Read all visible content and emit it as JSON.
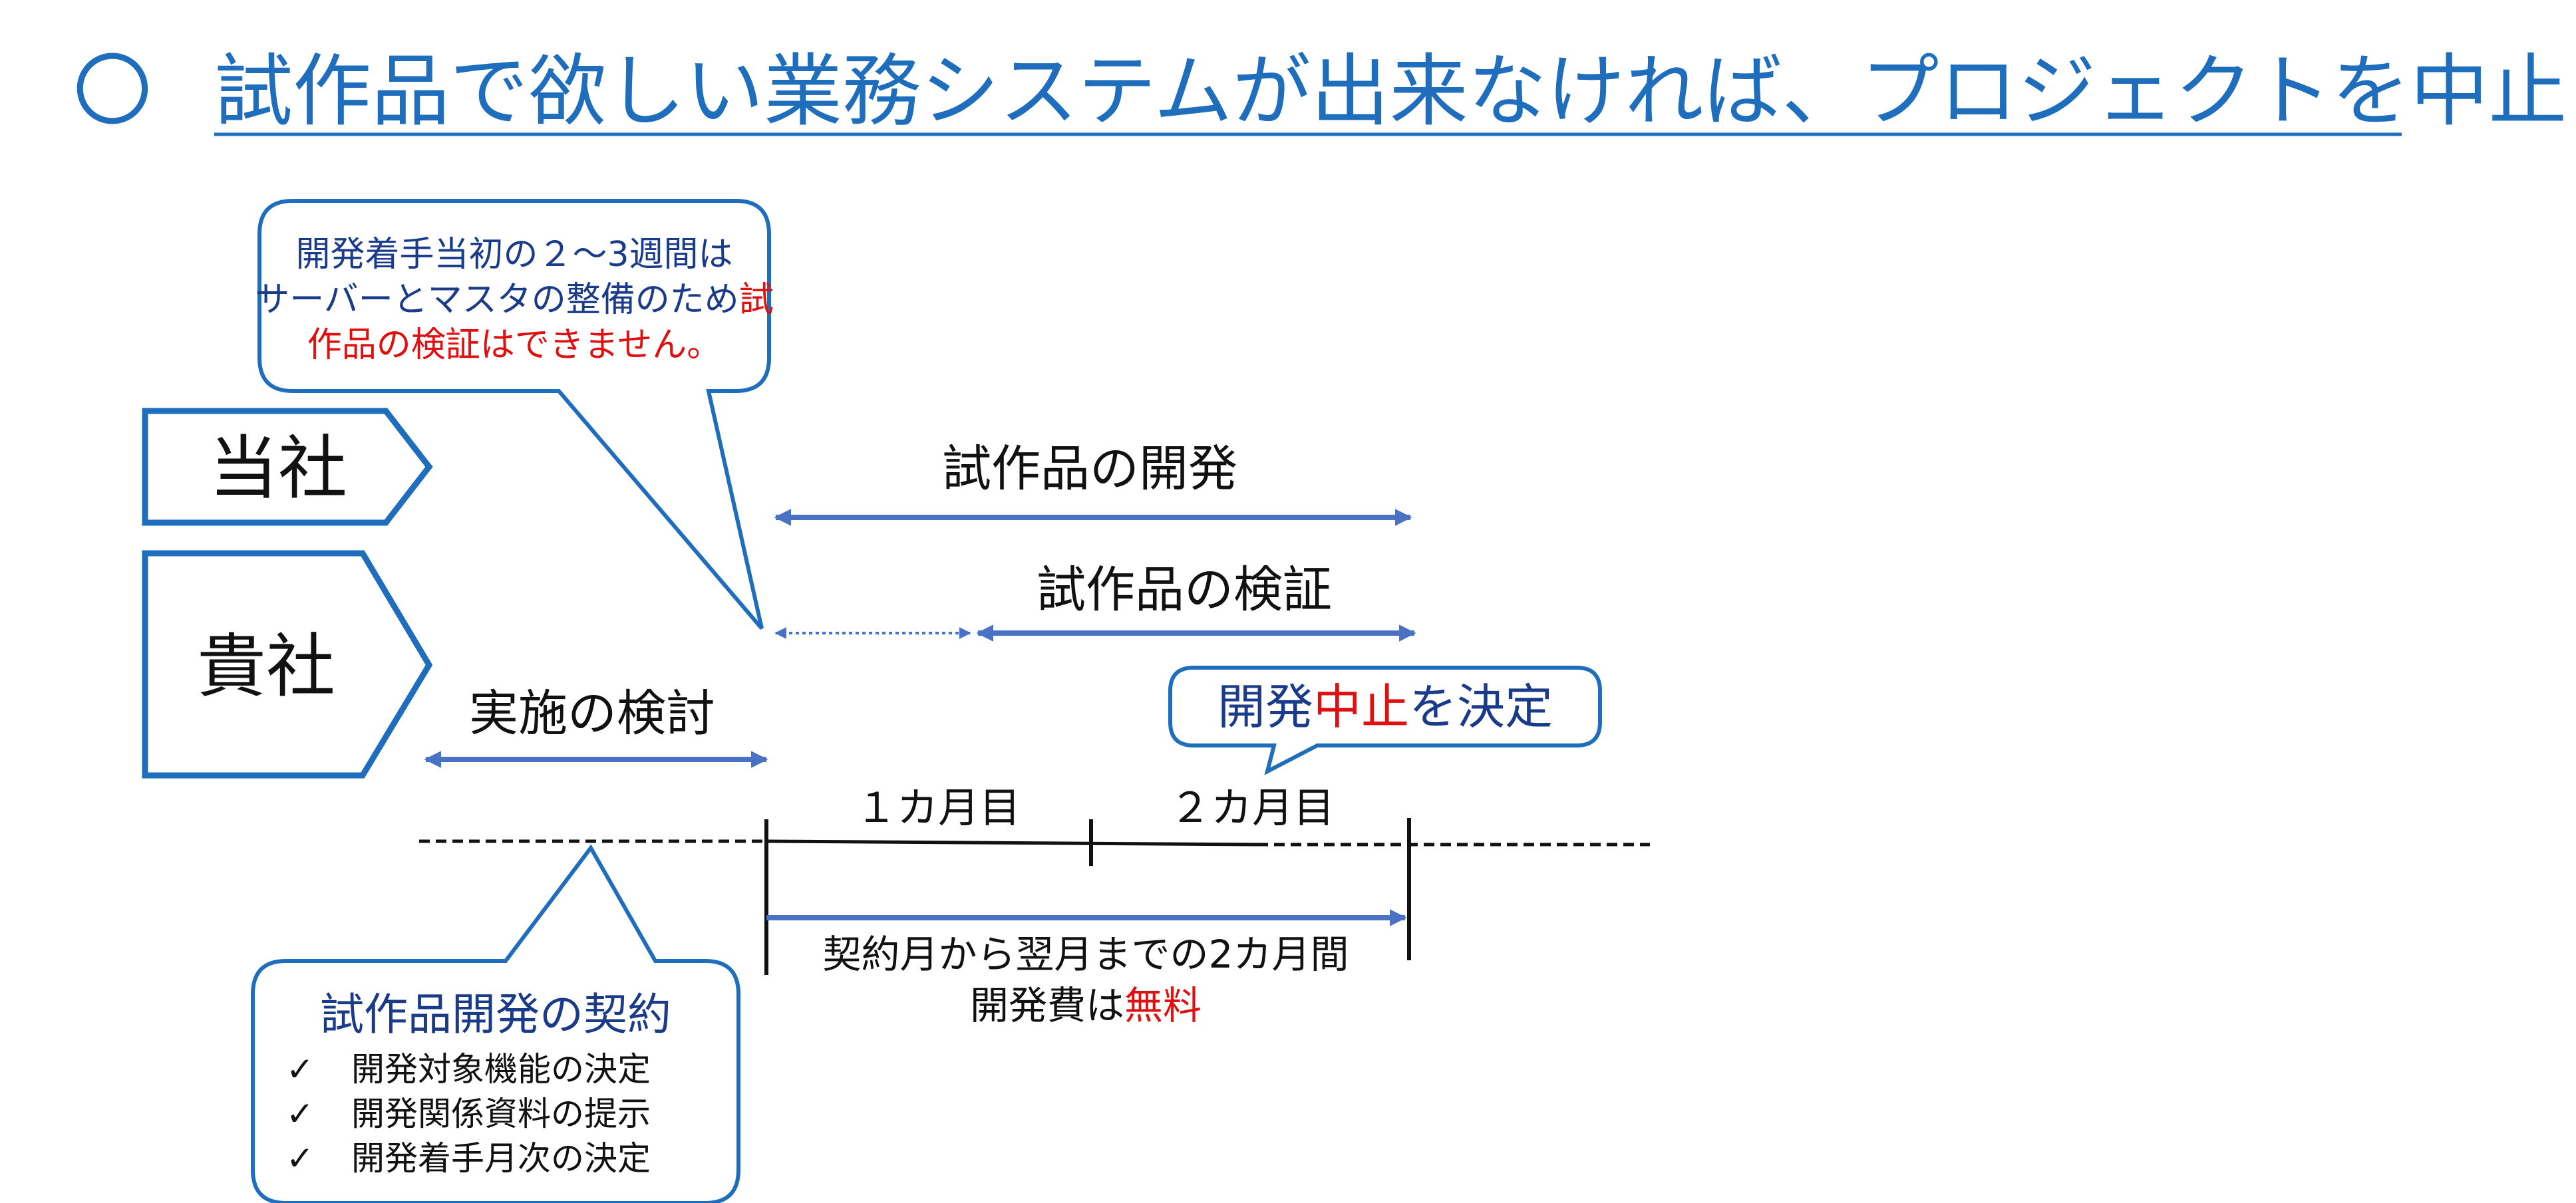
{
  "colors": {
    "accent": "#1f6dbd",
    "arrow": "#4a72c4",
    "red": "#e01010",
    "text": "#111111"
  },
  "header": {
    "bullet": "〇",
    "title": "試作品で欲しい業務システムが出来なければ、プロジェクトを中止"
  },
  "roles": {
    "ours": "当社",
    "yours": "貴社"
  },
  "top_callout": {
    "line1": "開発着手当初の２～3週間は",
    "line2_black": "サーバーとマスタの整備のため",
    "line2_red": "試",
    "line3_red": "作品の検証はできません。"
  },
  "arrows": {
    "development": "試作品の開発",
    "verification": "試作品の検証",
    "consideration": "実施の検討"
  },
  "stop_callout": {
    "part1": "開発",
    "part2_red": "中止",
    "part3": "を決定"
  },
  "timeline": {
    "month1": "１カ月目",
    "month2": "２カ月目",
    "free_line1": "契約月から翌月までの2カ月間",
    "free_line2_black": "開発費は",
    "free_line2_red": "無料"
  },
  "contract_callout": {
    "title": "試作品開発の契約",
    "check": "✓",
    "items": [
      "開発対象機能の決定",
      "開発関係資料の提示",
      "開発着手月次の決定"
    ]
  }
}
